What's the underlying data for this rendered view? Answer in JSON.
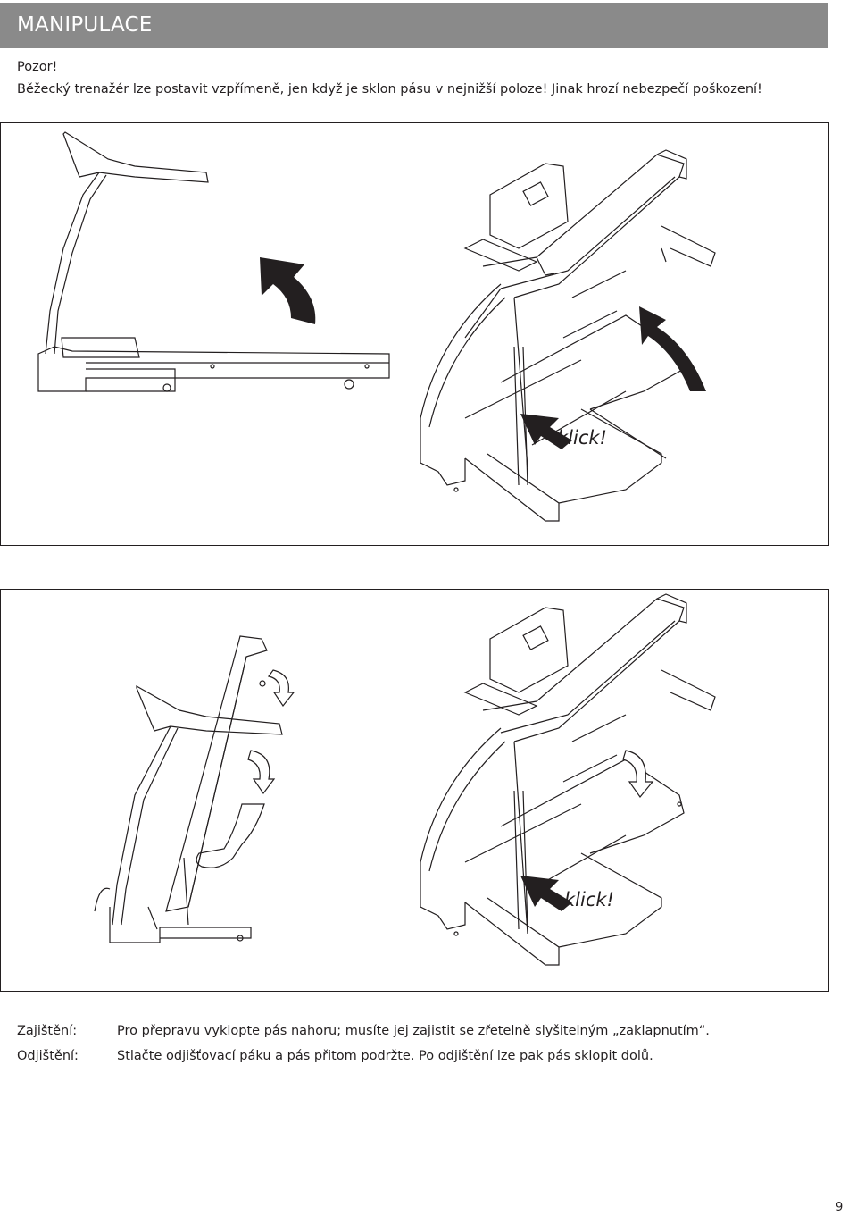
{
  "header": {
    "title": "MANIPULACE"
  },
  "warning": {
    "title": "Pozor!",
    "text": "Běžecký trenažér lze postavit vzpřímeně, jen když je sklon pásu v nejnižší poloze! Jinak hrozí nebezpečí poškození!"
  },
  "figure_1": {
    "label": "klick!"
  },
  "figure_2": {
    "label": "klick!"
  },
  "instructions": [
    {
      "label": "Zajištění:",
      "text": "Pro přepravu vyklopte pás nahoru; musíte jej zajistit se zřetelně slyšitelným „zaklapnutím“."
    },
    {
      "label": "Odjištění:",
      "text": "Stlačte odjišťovací páku a pás přitom podržte. Po odjištění lze pak pás sklopit dolů."
    }
  ],
  "page_number": "9",
  "icons": [
    "arrow-up-icon",
    "curved-arrow-up-icon",
    "rotate-arrow-icon",
    "pointer-arrow-icon",
    "treadmill-illustration"
  ]
}
